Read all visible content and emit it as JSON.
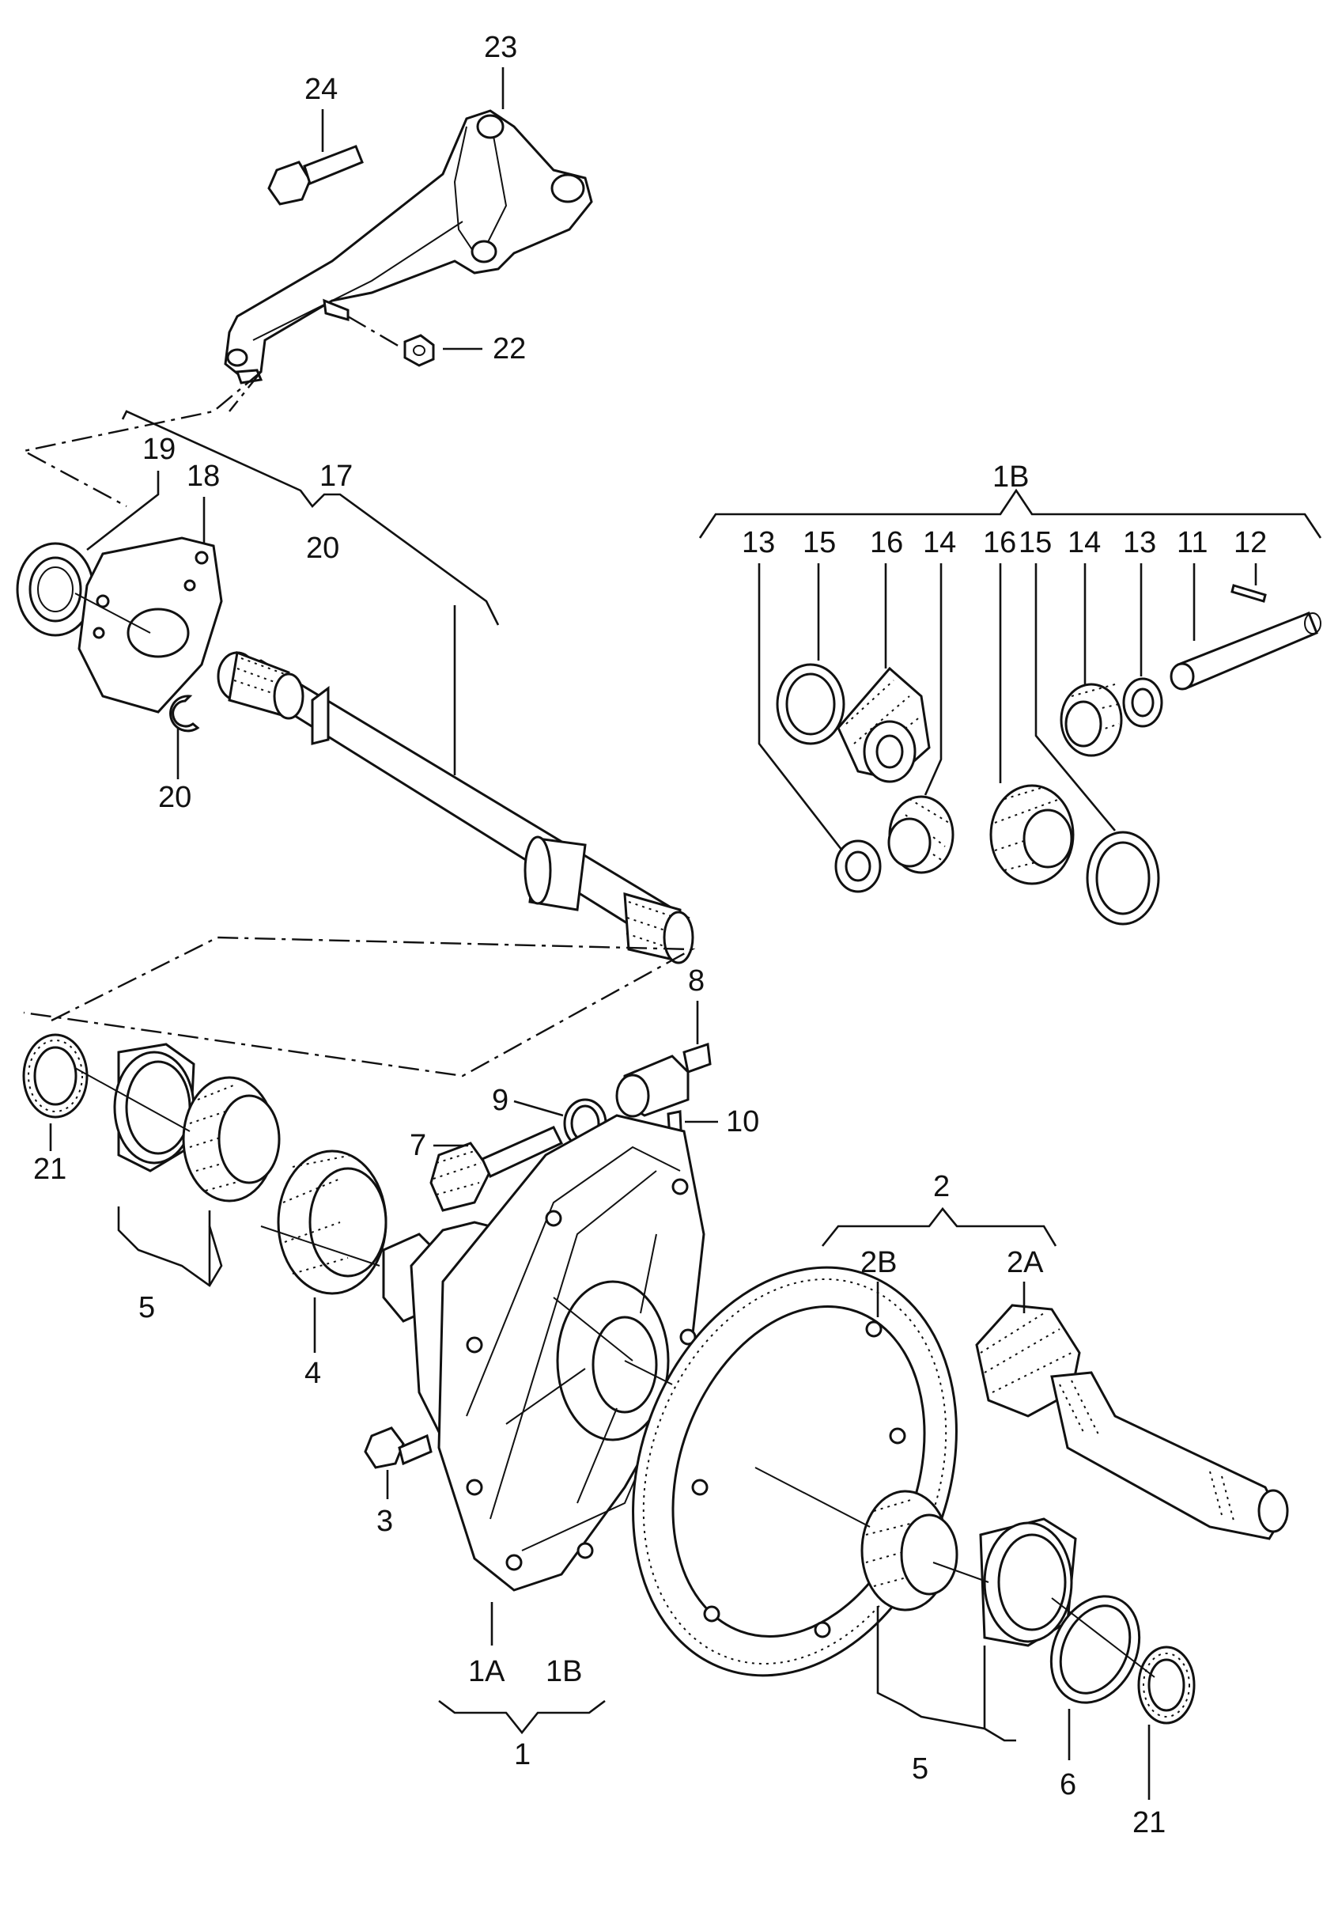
{
  "diagram": {
    "labels": {
      "l1": "1",
      "l1A": "1A",
      "l1B_bottom": "1B",
      "l1B_top": "1B",
      "l2": "2",
      "l2A": "2A",
      "l2B": "2B",
      "l3": "3",
      "l4": "4",
      "l5_left": "5",
      "l5_right": "5",
      "l6": "6",
      "l7": "7",
      "l8": "8",
      "l9": "9",
      "l10": "10",
      "l11": "11",
      "l12": "12",
      "l13_a": "13",
      "l13_b": "13",
      "l14_a": "14",
      "l14_b": "14",
      "l15_a": "15",
      "l15_b": "15",
      "l16_a": "16",
      "l16_b": "16",
      "l17": "17",
      "l18": "18",
      "l19": "19",
      "l20_top": "20",
      "l20_bottom": "20",
      "l21_left": "21",
      "l21_right": "21",
      "l22": "22",
      "l23": "23",
      "l24": "24"
    }
  }
}
